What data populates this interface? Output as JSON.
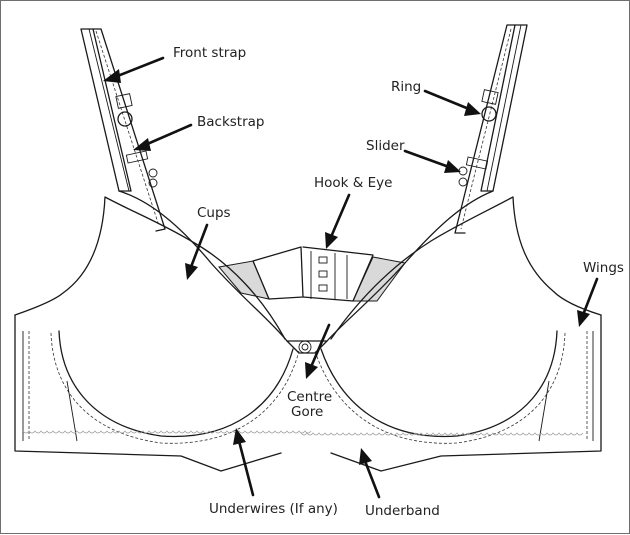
{
  "diagram": {
    "labels": {
      "front_strap": "Front strap",
      "backstrap": "Backstrap",
      "ring": "Ring",
      "slider": "Slider",
      "hook_eye": "Hook & Eye",
      "cups": "Cups",
      "wings": "Wings",
      "centre_gore_1": "Centre",
      "centre_gore_2": "Gore",
      "underwires": "Underwires (If any)",
      "underband": "Underband"
    },
    "colors": {
      "line": "#1a1a1a",
      "mesh": "#d9d9d9",
      "frame": "#6e6e6e"
    }
  }
}
